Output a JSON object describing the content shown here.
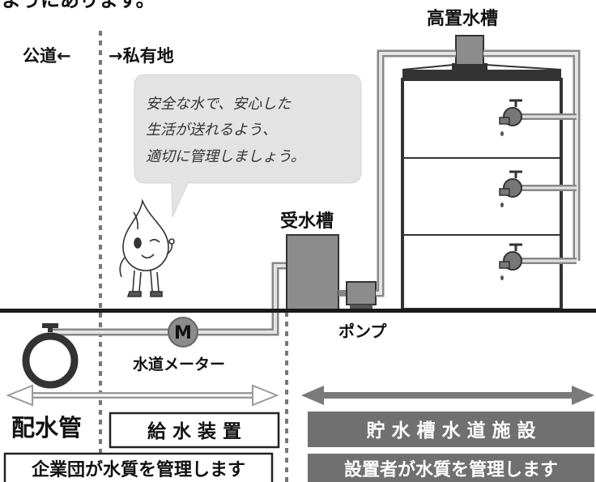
{
  "top_fragment": "ようにあります。",
  "boundary": {
    "left_label": "公道←",
    "right_label": "→私有地"
  },
  "labels": {
    "elevated_tank": "高置水槽",
    "receiving_tank": "受水槽",
    "pump": "ポンプ",
    "meter_symbol": "M",
    "meter": "水道メーター"
  },
  "speech": {
    "lines": [
      "安全な水で、安心した",
      "生活が送れるよう、",
      "適切に管理しましょう。"
    ]
  },
  "sections": {
    "main_pipe": "配水管",
    "supply_device": "給 水 装 置",
    "storage_facility": "貯 水 槽 水 道 施 設"
  },
  "management": {
    "left": "企業団が水質を管理します",
    "right": "設置者が水質を管理します"
  },
  "colors": {
    "ground": "#1a1a1a",
    "tank_fill": "#8c8c8c",
    "pipe": "#9a9a9a",
    "dark_box": "#707070",
    "bubble": "#e3e3e3"
  }
}
